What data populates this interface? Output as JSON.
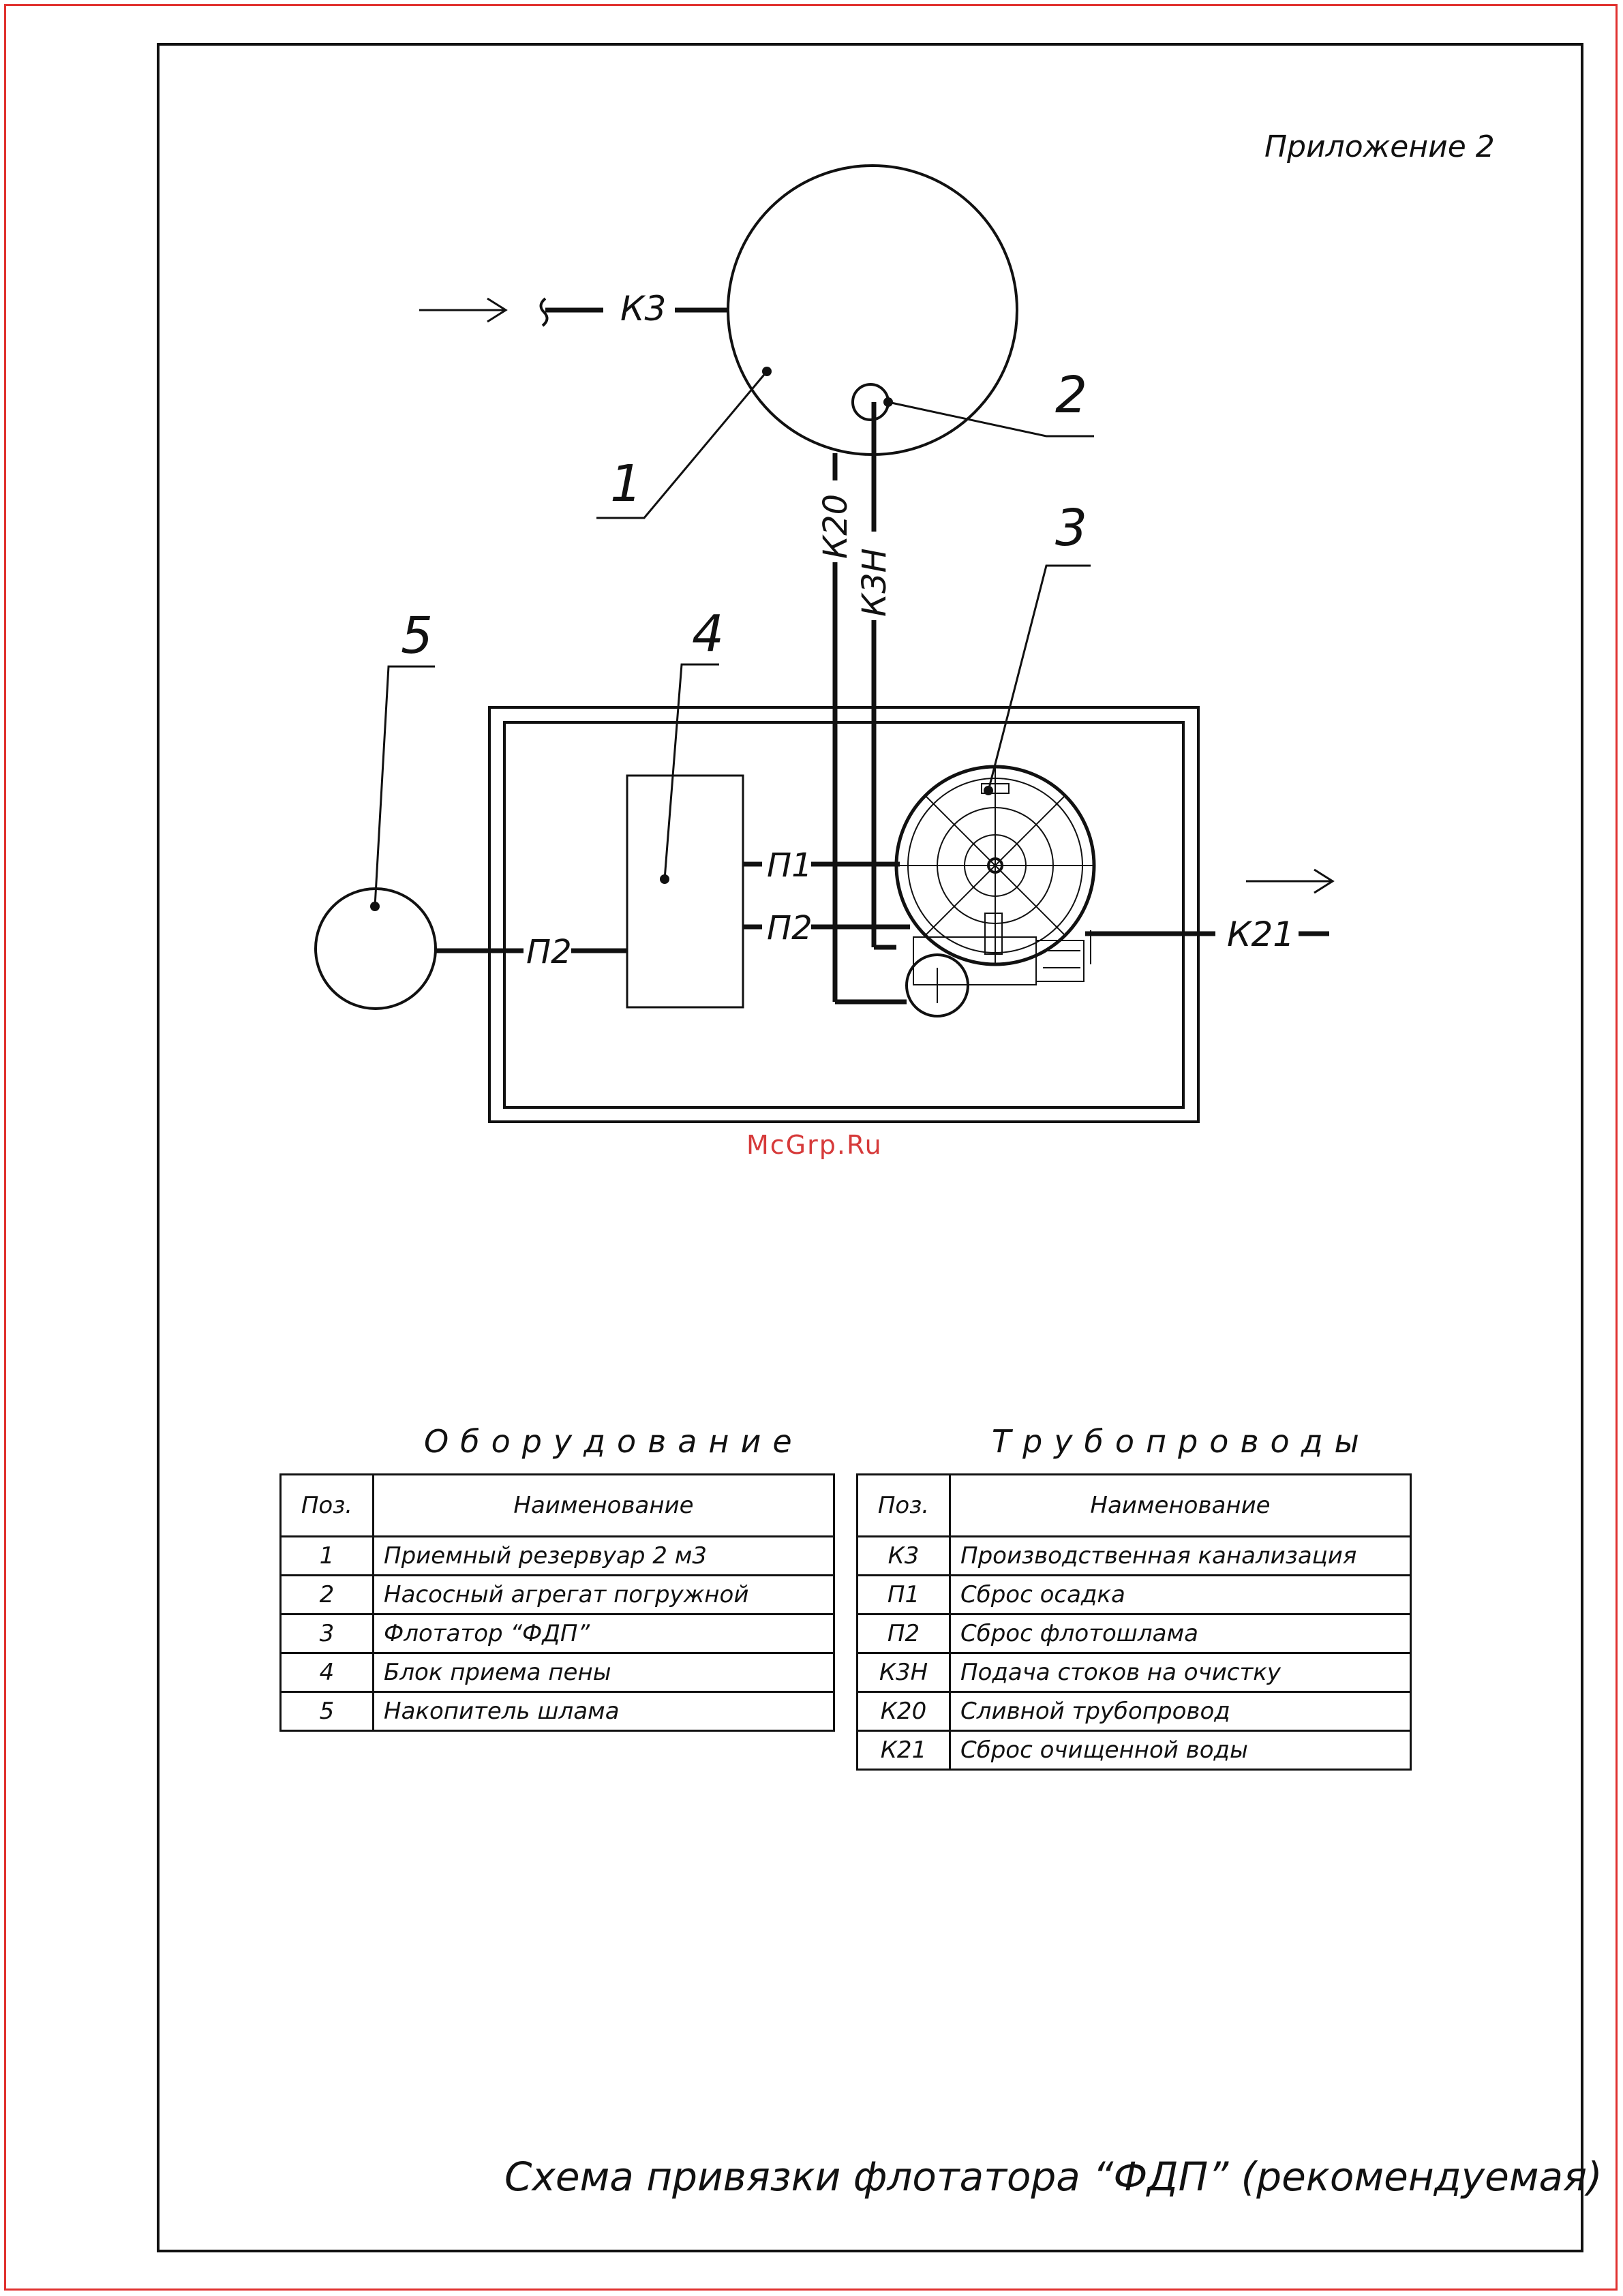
{
  "appendix": "Приложение 2",
  "watermark": "McGrp.Ru",
  "diagram": {
    "pos_labels": [
      "1",
      "2",
      "3",
      "4",
      "5"
    ],
    "pipe_labels": {
      "k3": "К3",
      "k20": "К20",
      "k3n": "К3Н",
      "p1": "П1",
      "p2_left": "П2",
      "p2_right": "П2",
      "k21": "К21"
    }
  },
  "equipment": {
    "title": "Оборудование",
    "col_pos": "Поз.",
    "col_name": "Наименование",
    "rows": [
      {
        "pos": "1",
        "name": "Приемный резервуар 2 м3"
      },
      {
        "pos": "2",
        "name": "Насосный агрегат погружной"
      },
      {
        "pos": "3",
        "name": "Флотатор “ФДП”"
      },
      {
        "pos": "4",
        "name": "Блок приема пены"
      },
      {
        "pos": "5",
        "name": "Накопитель шлама"
      }
    ]
  },
  "pipelines": {
    "title": "Трубопроводы",
    "col_pos": "Поз.",
    "col_name": "Наименование",
    "rows": [
      {
        "pos": "К3",
        "name": "Производственная канализация"
      },
      {
        "pos": "П1",
        "name": "Сброс осадка"
      },
      {
        "pos": "П2",
        "name": "Сброс флотошлама"
      },
      {
        "pos": "К3Н",
        "name": "Подача стоков на очистку"
      },
      {
        "pos": "К20",
        "name": "Сливной трубопровод"
      },
      {
        "pos": "К21",
        "name": "Сброс очищенной воды"
      }
    ]
  },
  "footer_title": "Схема привязки флотатора “ФДП” (рекомендуемая)"
}
